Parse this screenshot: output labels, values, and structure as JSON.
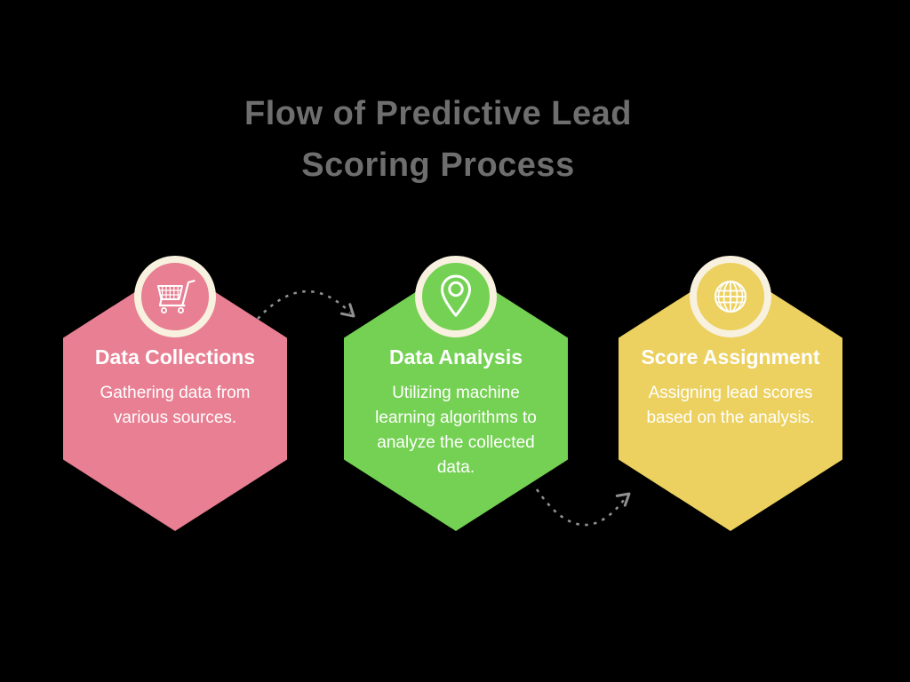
{
  "title": {
    "line1": "Flow of Predictive Lead",
    "line2": "Scoring Process"
  },
  "colors": {
    "background": "#000000",
    "title_text": "#6e6e6e",
    "badge_ring": "#f8f1df",
    "card_text": "#ffffff",
    "arrow": "#909090",
    "step1_pink": "#e87f93",
    "step2_green": "#74d153",
    "step3_yellow": "#ecd160"
  },
  "cards": [
    {
      "id": "data-collections",
      "color": "#e87f93",
      "icon": "shopping-cart-icon",
      "title": "Data Collections",
      "desc_lines": [
        "Gathering data from",
        "various sources."
      ]
    },
    {
      "id": "data-analysis",
      "color": "#74d153",
      "icon": "location-pin-icon",
      "title": "Data Analysis",
      "desc_lines": [
        "Utilizing machine",
        "learning algorithms to",
        "analyze the collected",
        "data."
      ]
    },
    {
      "id": "score-assignment",
      "color": "#ecd160",
      "icon": "globe-icon",
      "title": "Score Assignment",
      "desc_lines": [
        "Assigning lead scores",
        "based on the analysis."
      ]
    }
  ],
  "arrows": [
    {
      "name": "arrow-step1-to-step2",
      "style": "dashed",
      "curve": "over"
    },
    {
      "name": "arrow-step2-to-step3",
      "style": "dashed",
      "curve": "under"
    }
  ]
}
